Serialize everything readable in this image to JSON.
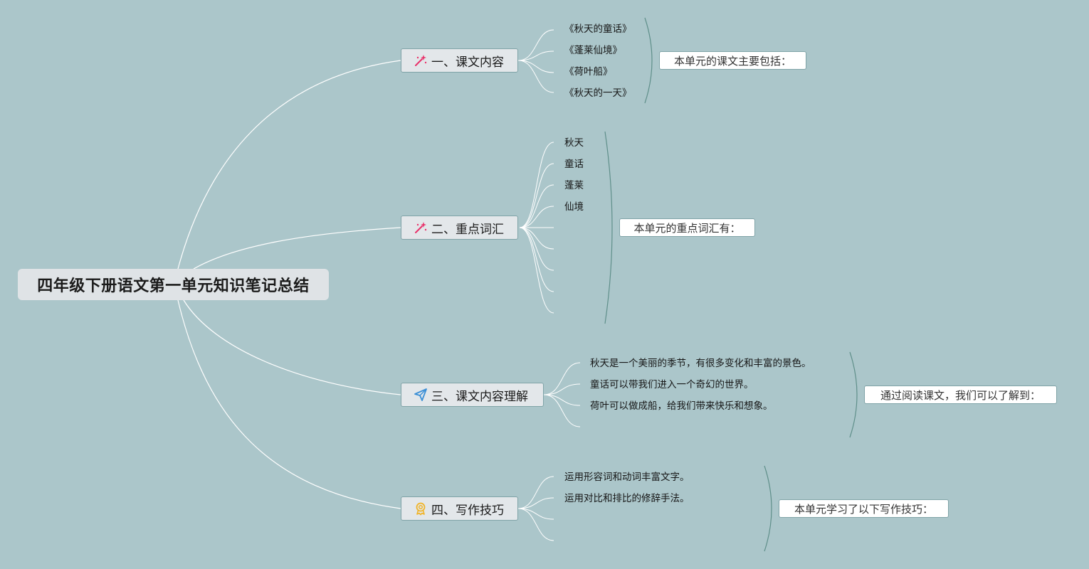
{
  "root": {
    "title": "四年级下册语文第一单元知识笔记总结"
  },
  "topics": [
    {
      "label": "一、课文内容",
      "icon": "magic-wand-icon",
      "leaves": [
        "《秋天的童话》",
        "《蓬莱仙境》",
        "《荷叶船》",
        "《秋天的一天》"
      ],
      "summary": "本单元的课文主要包括："
    },
    {
      "label": "二、重点词汇",
      "icon": "magic-wand-icon",
      "leaves": [
        "秋天",
        "童话",
        "蓬莱",
        "仙境",
        "",
        "",
        "",
        "",
        ""
      ],
      "summary": "本单元的重点词汇有："
    },
    {
      "label": "三、课文内容理解",
      "icon": "paper-plane-icon",
      "leaves": [
        "秋天是一个美丽的季节，有很多变化和丰富的景色。",
        "童话可以带我们进入一个奇幻的世界。",
        "荷叶可以做成船，给我们带来快乐和想象。",
        ""
      ],
      "summary": "通过阅读课文，我们可以了解到："
    },
    {
      "label": "四、写作技巧",
      "icon": "award-ribbon-icon",
      "leaves": [
        "运用形容词和动词丰富文字。",
        "运用对比和排比的修辞手法。",
        "",
        ""
      ],
      "summary": "本单元学习了以下写作技巧："
    }
  ],
  "colors": {
    "background": "#abc6ca",
    "connector": "#ffffff",
    "brace": "#5f8f8a",
    "wand": "#e8336b",
    "plane": "#3b8fd6",
    "ribbon": "#f0b429"
  }
}
